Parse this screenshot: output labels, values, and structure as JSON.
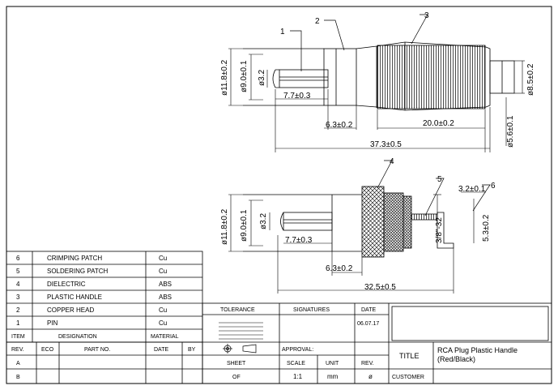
{
  "callouts": [
    "1",
    "2",
    "3",
    "4",
    "5",
    "6"
  ],
  "top_view": {
    "dia_outer": "ø11.8±0.2",
    "dia_inner": "ø9.0±0.1",
    "dia_pin": "ø3.2",
    "pin_len": "7.7±0.3",
    "head_len": "6.3±0.2",
    "handle_len": "20.0±0.2",
    "total_len": "37.3±0.5",
    "dia_tail": "ø8.5±0.2",
    "dia_end": "ø5.6±0.1"
  },
  "bottom_view": {
    "dia_outer": "ø11.8±0.2",
    "dia_inner": "ø9.0±0.1",
    "dia_pin": "ø3.2",
    "pin_len": "7.7±0.3",
    "head_len": "6.3±0.2",
    "thread": "3/8\"-32",
    "patch_w": "3.2±0.1",
    "patch_h": "5.3±0.2",
    "total_len": "32.5±0.5"
  },
  "bom": {
    "rows": [
      {
        "item": "6",
        "name": "CRIMPING PATCH",
        "material": "Cu"
      },
      {
        "item": "5",
        "name": "SOLDERING PATCH",
        "material": "Cu"
      },
      {
        "item": "4",
        "name": "DIELECTRIC",
        "material": "ABS"
      },
      {
        "item": "3",
        "name": "PLASTIC HANDLE",
        "material": "ABS"
      },
      {
        "item": "2",
        "name": "COPPER HEAD",
        "material": "Cu"
      },
      {
        "item": "1",
        "name": "PIN",
        "material": "Cu"
      }
    ],
    "header": {
      "item": "ITEM",
      "name": "DESIGNATION",
      "material": "MATERIAL"
    }
  },
  "revision": {
    "header": {
      "rev": "REV.",
      "eco": "ECO",
      "part": "PART NO.",
      "date": "DATE",
      "by": "BY"
    },
    "rows": [
      "A",
      "B"
    ]
  },
  "title_block": {
    "tolerance_label": "TOLERANCE",
    "signatures_label": "SIGNATURES",
    "date_label": "DATE",
    "date_value": "06.07.17",
    "approval_label": "APPROVAL:",
    "title_label": "TITLE",
    "title_line1": "RCA Plug Plastic Handle",
    "title_line2": "(Red/Black)",
    "sheet_label": "SHEET",
    "sheet_value": "OF",
    "scale_label": "SCALE",
    "scale_value": "1:1",
    "unit_label": "UNIT",
    "unit_value": "mm",
    "rev_label": "REV.",
    "rev_value": "ø",
    "customer_label": "CUSTOMER"
  }
}
